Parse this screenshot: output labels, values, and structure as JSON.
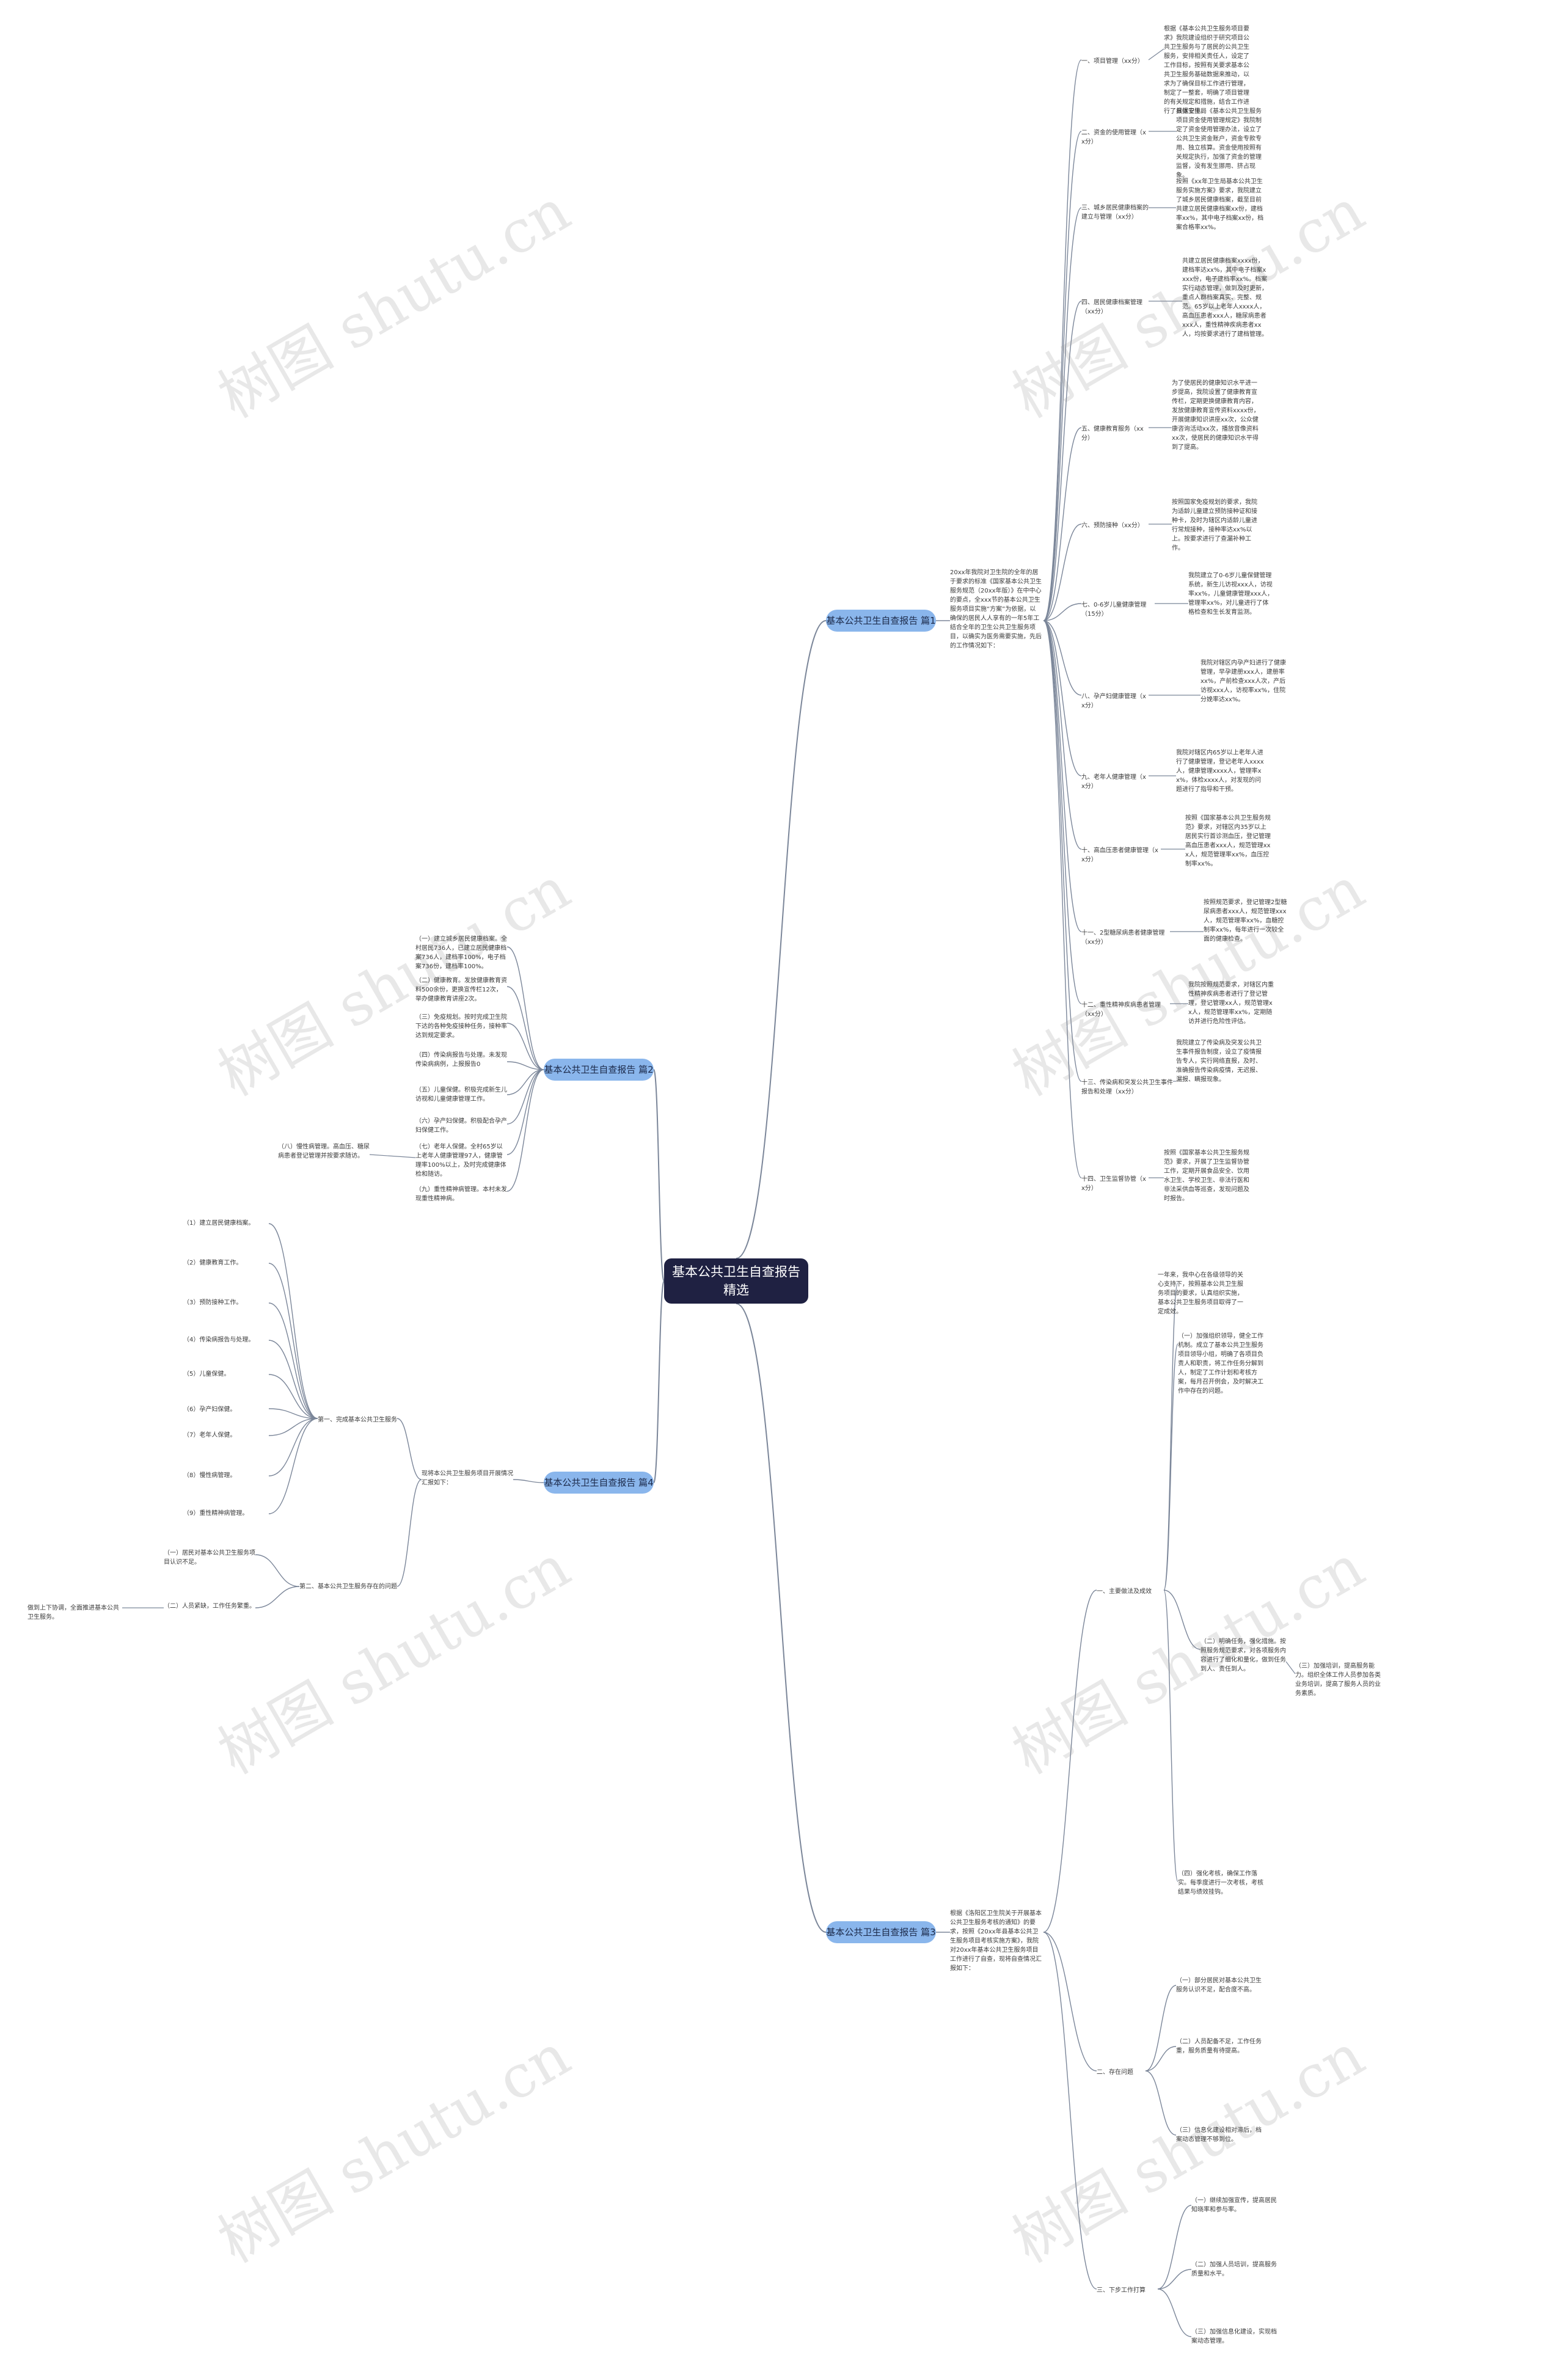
{
  "root": "基本公共卫生自查报告精选",
  "branches": {
    "b1": "基本公共卫生自查报告 篇1",
    "b2": "基本公共卫生自查报告 篇2",
    "b3": "基本公共卫生自查报告 篇3",
    "b4": "基本公共卫生自查报告 篇4"
  },
  "watermark": "树图 shutu.cn",
  "b1": {
    "intro": "20xx年我院对卫生院的全年的居于要求的标准《国家基本公共卫生服务规范（20xx年版）》在中中心的要点，全xxx节的基本公共卫生服务项目实施“方案”为依据，以确保的居民人人享有的一年5年工结合全年的卫生公共卫生服务项目，以确实为医务需要实施，先后的工作情况如下：",
    "i1": "一、项目管理（xx分）",
    "t1": "根据《基本公共卫生服务项目要求》我院建设组织于研究项目公共卫生服务与了居民的公共卫生服务，安排相关责任人，设定了工作目标，按照有关要求基本公共卫生服务基础数据来推动，以求为了确保目标工作进行管理，制定了一整套，明确了项目管理的有关规定和措施，结合工作进行了具体安排。",
    "i2": "二、资金的使用管理（xx分）",
    "t2": "根据卫生局《基本公共卫生服务项目资金使用管理规定》我院制定了资金使用管理办法，设立了公共卫生资金账户，资金专款专用、独立核算。资金使用按照有关规定执行，加强了资金的管理监督，没有发生挪用、挤占现象。",
    "i3": "三、城乡居民健康档案的建立与管理（xx分）",
    "t3": "按照《xx年卫生局基本公共卫生服务实施方案》要求，我院建立了城乡居民健康档案，截至目前共建立居民健康档案xx份，建档率xx%，其中电子档案xx份，档案合格率xx%。",
    "i4": "四、居民健康档案管理（xx分）",
    "t4": "共建立居民健康档案xxxx份，建档率达xx%，其中电子档案xxxx份，电子建档率xx%。档案实行动态管理，做到及时更新，重点人群档案真实、完整、规范。65岁以上老年人xxxx人，高血压患者xxx人，糖尿病患者xxx人，重性精神疾病患者xx人，均按要求进行了建档管理。",
    "i5": "五、健康教育服务（xx分）",
    "t5": "为了使居民的健康知识水平进一步提高，我院设置了健康教育宣传栏，定期更换健康教育内容，发放健康教育宣传资料xxxx份，开展健康知识讲座xx次，公众健康咨询活动xx次，播放音像资料xx次，使居民的健康知识水平得到了提高。",
    "i6": "六、预防接种（xx分）",
    "t6": "按照国家免疫规划的要求，我院为适龄儿童建立预防接种证和接种卡，及时为辖区内适龄儿童进行常规接种，接种率达xx%以上。按要求进行了查漏补种工作。",
    "i7": "七、0-6岁儿童健康管理（15分）",
    "t7": "我院建立了0-6岁儿童保健管理系统，新生儿访视xxx人，访视率xx%，儿童健康管理xxx人，管理率xx%，对儿童进行了体格检查和生长发育监测。",
    "i8": "八、孕产妇健康管理（xx分）",
    "t8": "我院对辖区内孕产妇进行了健康管理，早孕建册xxx人，建册率xx%，产前检查xxx人次，产后访视xxx人，访视率xx%，住院分娩率达xx%。",
    "i9": "九、老年人健康管理（xx分）",
    "t9": "我院对辖区内65岁以上老年人进行了健康管理，登记老年人xxxx人，健康管理xxxx人，管理率xx%，体检xxxx人，对发现的问题进行了指导和干预。",
    "i10": "十、高血压患者健康管理（xx分）",
    "t10": "按照《国家基本公共卫生服务规范》要求，对辖区内35岁以上居民实行首诊测血压，登记管理高血压患者xxx人，规范管理xxx人，规范管理率xx%，血压控制率xx%。",
    "i11": "十一、2型糖尿病患者健康管理（xx分）",
    "t11": "按照规范要求，登记管理2型糖尿病患者xxx人，规范管理xxx人，规范管理率xx%，血糖控制率xx%，每年进行一次较全面的健康检查。",
    "i12": "十二、重性精神疾病患者管理（xx分）",
    "t12": "我院按照规范要求，对辖区内重性精神疾病患者进行了登记管理，登记管理xx人，规范管理xx人，规范管理率xx%，定期随访并进行危险性评估。",
    "i13": "十三、传染病和突发公共卫生事件报告和处理（xx分）",
    "t13": "我院建立了传染病及突发公共卫生事件报告制度，设立了疫情报告专人，实行网络直报，及时、准确报告传染病疫情，无迟报、漏报、瞒报现象。",
    "i14": "十四、卫生监督协管（xx分）",
    "t14": "按照《国家基本公共卫生服务规范》要求，开展了卫生监督协管工作，定期开展食品安全、饮用水卫生、学校卫生、非法行医和非法采供血等巡查，发现问题及时报告。"
  },
  "b2": {
    "t1": "（一）建立城乡居民健康档案。全村居民736人，已建立居民健康档案736人，建档率100%，电子档案736份，建档率100%。",
    "t2": "（二）健康教育。发放健康教育资料500余份，更换宣传栏12次，举办健康教育讲座2次。",
    "t3": "（三）免疫规划。按时完成卫生院下达的各种免疫接种任务，接种率达到规定要求。",
    "t4": "（四）传染病报告与处理。未发现传染病病例，上报报告0",
    "t5": "（五）儿童保健。积极完成新生儿访视和儿童健康管理工作。",
    "t6": "（六）孕产妇保健。积极配合孕产妇保健工作。",
    "t7": "（七）老年人保健。全村65岁以上老年人健康管理97人，健康管理率100%以上，及时完成健康体检和随访。",
    "t8": "（八）慢性病管理。高血压、糖尿病患者登记管理并按要求随访。",
    "t9": "（九）重性精神病管理。本村未发现重性精神病。"
  },
  "b3": {
    "intro": "根据《洛阳区卫生院关于开展基本公共卫生服务考核的通知》的要求，按照《20xx年县基本公共卫生服务项目考核实施方案》，我院对20xx年基本公共卫生服务项目工作进行了自查，现将自查情况汇报如下：",
    "s1": "一、主要做法及成效",
    "t1": "一年来，我中心在各级领导的关心支持下，按照基本公共卫生服务项目的要求，认真组织实施，基本公共卫生服务项目取得了一定成效。",
    "t2": "（一）加强组织领导，健全工作机制。成立了基本公共卫生服务项目领导小组，明确了各项目负责人和职责，将工作任务分解到人，制定了工作计划和考核方案，每月召开例会，及时解决工作中存在的问题。",
    "t3": "（二）明确任务，强化措施。按照服务规范要求，对各项服务内容进行了细化和量化，做到任务到人、责任到人。",
    "t4": "（三）加强培训，提高服务能力。组织全体工作人员参加各类业务培训，提高了服务人员的业务素质。",
    "t5": "（四）强化考核，确保工作落实。每季度进行一次考核，考核结果与绩效挂钩。",
    "s2": "二、存在问题",
    "t6": "（一）部分居民对基本公共卫生服务认识不足，配合度不高。",
    "t7": "（二）人员配备不足，工作任务重，服务质量有待提高。",
    "t8": "（三）信息化建设相对滞后，档案动态管理不够到位。",
    "s3": "三、下步工作打算",
    "t9": "（一）继续加强宣传，提高居民知晓率和参与率。",
    "t10": "（二）加强人员培训，提高服务质量和水平。",
    "t11": "（三）加强信息化建设，实现档案动态管理。"
  },
  "b4": {
    "intro": "现将本公共卫生服务项目开展情况汇报如下：",
    "s1": "第一、完成基本公共卫生服务",
    "t1": "（1）建立居民健康档案。",
    "t2": "（2）健康教育工作。",
    "t3": "（3）预防接种工作。",
    "t4": "（4）传染病报告与处理。",
    "t5": "（5）儿童保健。",
    "t6": "（6）孕产妇保健。",
    "t7": "（7）老年人保健。",
    "t8": "（8）慢性病管理。",
    "t9": "（9）重性精神病管理。",
    "s2": "第二、基本公共卫生服务存在的问题",
    "t10": "（一）居民对基本公共卫生服务项目认识不足。",
    "t11": "（二）人员紧缺，工作任务繁重。",
    "t12": "做到上下协调，全面推进基本公共卫生服务。"
  }
}
